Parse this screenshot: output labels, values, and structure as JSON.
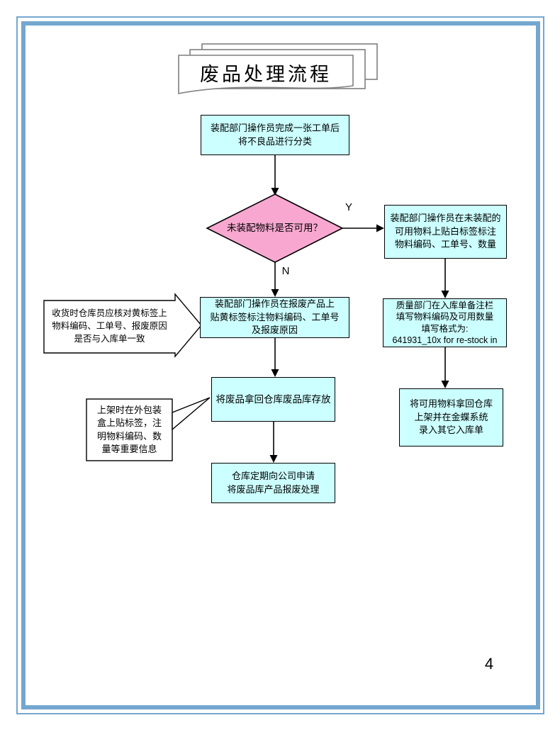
{
  "document": {
    "title": "废品处理流程",
    "page_number": "4"
  },
  "colors": {
    "process_fill": "#CCFFFF",
    "decision_fill": "#F8A8D0",
    "page_border_blue": "#74A7CF",
    "shape_outline": "#000000",
    "title_outline_gray": "#7f7f7f"
  },
  "flowchart": {
    "nodes": {
      "start": {
        "text": "装配部门操作员完成一张工单后\n将不良品进行分类"
      },
      "decision": {
        "text": "未装配物料是否可用？"
      },
      "white_label": {
        "text": "装配部门操作员在未装配的\n可用物料上贴白标签标注\n物料编码、工单号、数量"
      },
      "quality_remark": {
        "text": "质量部门在入库单备注栏\n填写物料编码及可用数量\n填写格式为:\n641931_10x for re-stock in"
      },
      "restock": {
        "text": "将可用物料拿回仓库\n上架并在金蝶系统\n录入其它入库单"
      },
      "yellow_label": {
        "text": "装配部门操作员在报废产品上\n贴黄标签标注物料编码、工单号\n及报废原因"
      },
      "store_scrap": {
        "text": "将废品拿回仓库废品库存放"
      },
      "apply_scrap": {
        "text": "仓库定期向公司申请\n将废品库产品报废处理"
      },
      "callout_check": {
        "text": "收货时仓库员应核对黄标签上\n物料编码、工单号、报废原因\n是否与入库单一致"
      },
      "callout_shelf": {
        "text": "上架时在外包装\n盒上贴标签，注\n明物料编码、数\n量等重要信息"
      }
    },
    "edge_labels": {
      "yes": "Y",
      "no": "N"
    }
  }
}
